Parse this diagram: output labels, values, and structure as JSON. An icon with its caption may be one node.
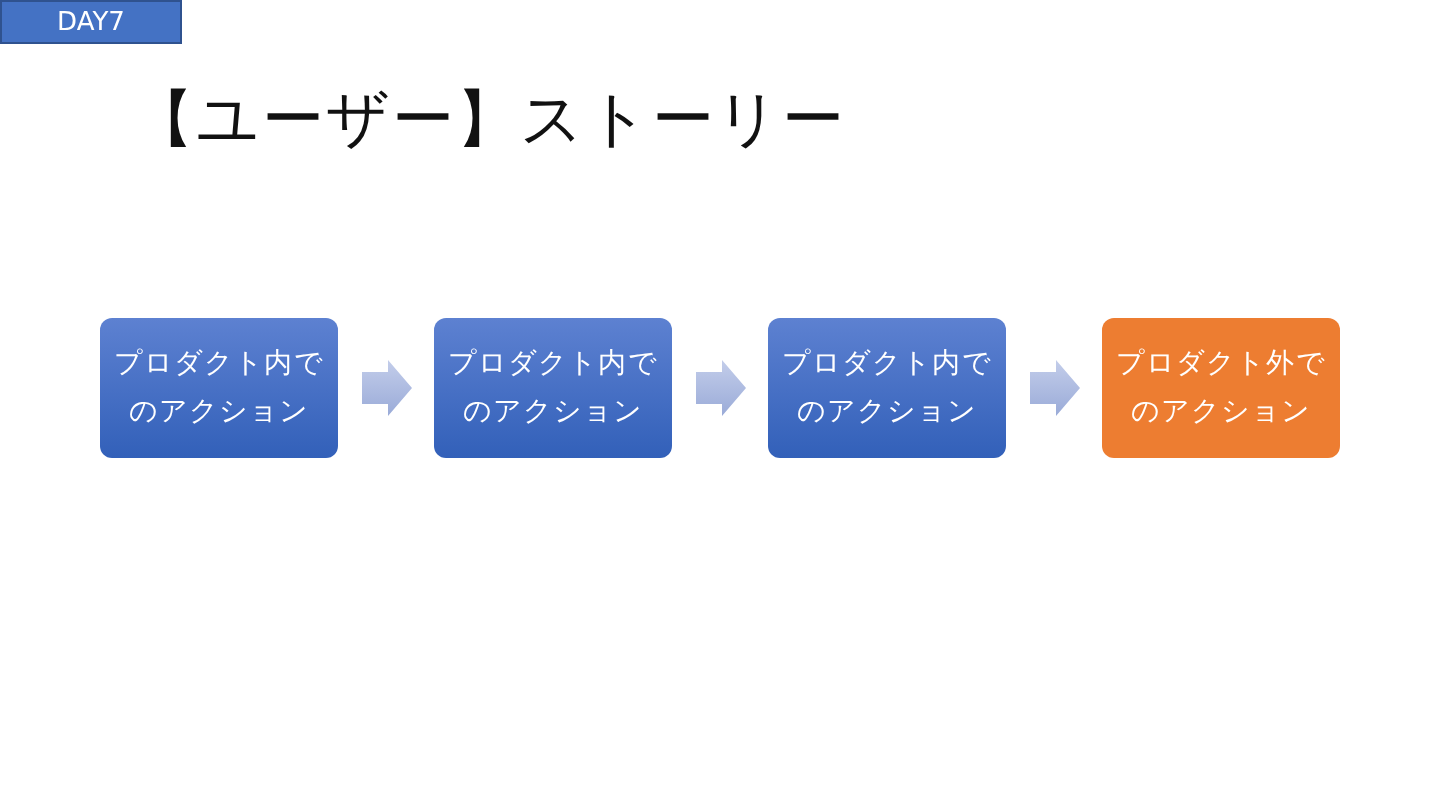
{
  "diagram": {
    "title": "【ユーザー】ストーリー",
    "nodes": [
      {
        "text": [
          "DAY7"
        ]
      },
      {
        "text": [
          "プロダクト内でのアクション"
        ]
      },
      {
        "text": [
          "プロダクト内でのアクション"
        ]
      },
      {
        "text": [
          "プロダクト内でのアクション"
        ]
      },
      {
        "text": [
          "プロダクト外でのアクション"
        ]
      }
    ],
    "edges": [
      {
        "from": 1,
        "to": 2,
        "arrow": "to"
      },
      {
        "from": 2,
        "to": 3,
        "arrow": "to"
      },
      {
        "from": 3,
        "to": 4,
        "arrow": "to"
      }
    ]
  }
}
